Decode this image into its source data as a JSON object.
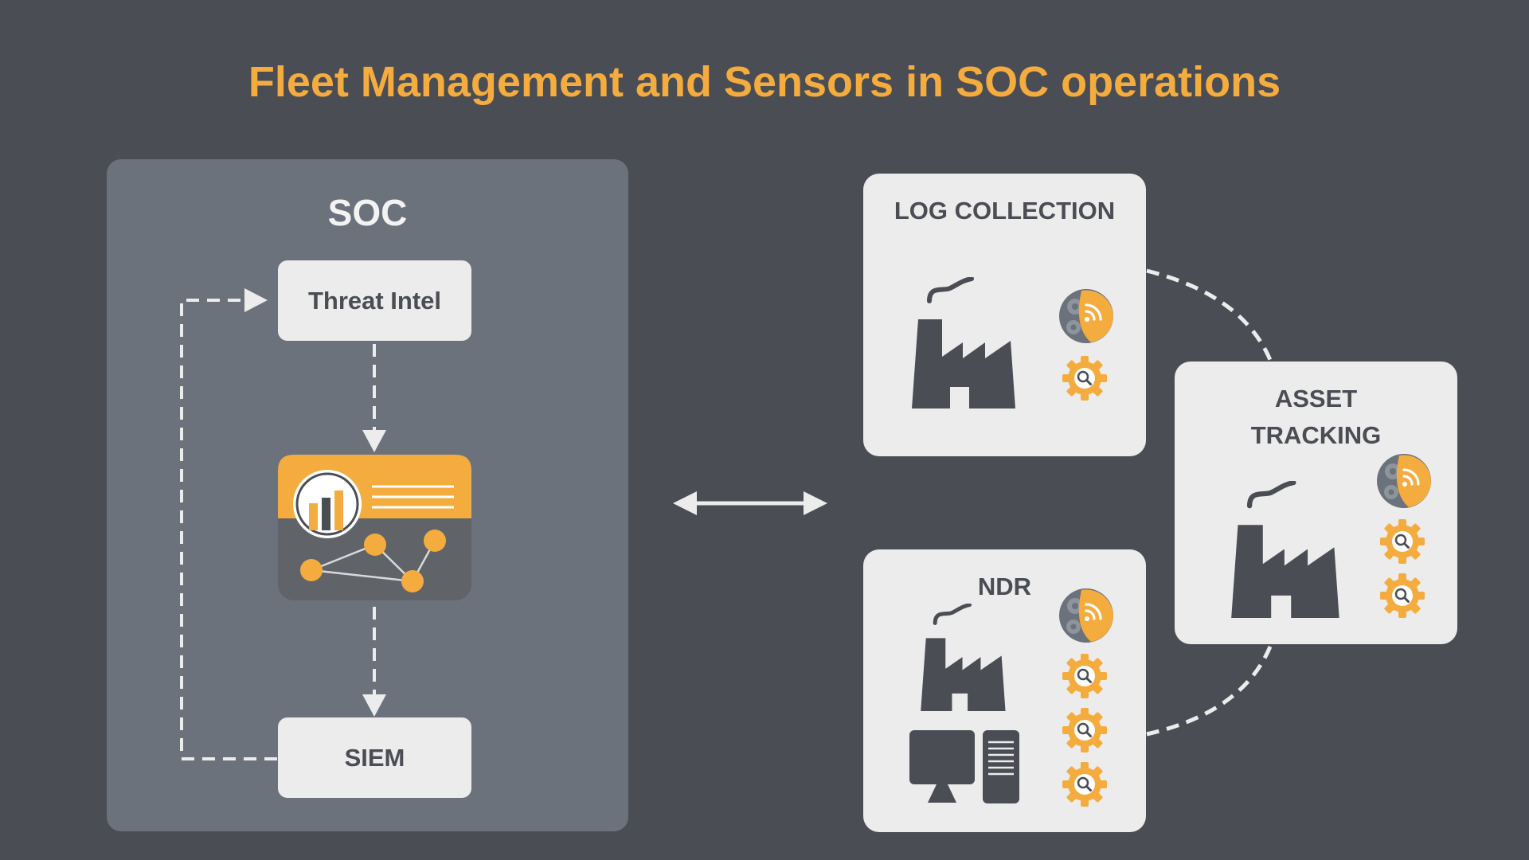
{
  "title": "Fleet Management and Sensors in SOC operations",
  "soc": {
    "label": "SOC",
    "threat_intel": "Threat Intel",
    "siem": "SIEM"
  },
  "cards": {
    "log_collection": "LOG COLLECTION",
    "ndr": "NDR",
    "asset_tracking_line1": "ASSET",
    "asset_tracking_line2": "TRACKING"
  },
  "colors": {
    "background": "#4a4d54",
    "accent": "#f5ac3f",
    "panel": "#6b727b",
    "card": "#ececec",
    "icon_dark": "#4a4d54"
  },
  "icons": [
    "factory-icon",
    "sensor-gear-icon",
    "search-gear-icon",
    "dashboard-icon",
    "monitor-icon",
    "server-tower-icon"
  ]
}
